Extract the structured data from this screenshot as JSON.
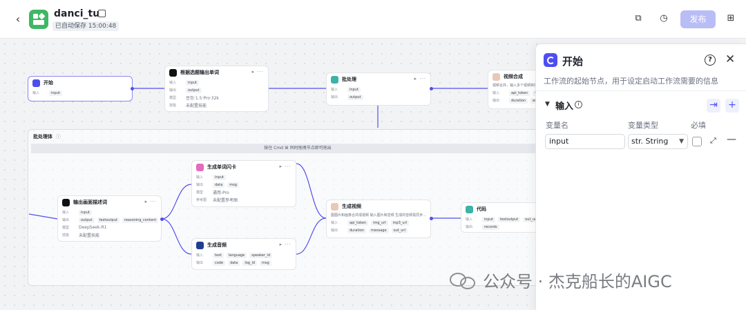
{
  "header": {
    "back_icon": "chevron-left-icon",
    "app_name": "danci_tu",
    "autosave": "已自动保存 15:00:48",
    "publish_label": "发布",
    "icons": [
      "copy-icon",
      "history-icon",
      "add-panel-icon"
    ],
    "publish_color": "#b9bdf6"
  },
  "canvas": {
    "batch_group_title": "批处理体",
    "batch_hint": "按住 Cmd ⌘ 同时拖拽节点即可拖出",
    "nodes": {
      "start": {
        "title": "开始",
        "in_label": "输入",
        "in_var": "input"
      },
      "gen_word": {
        "title": "根据选题输出单词",
        "in_label": "输入",
        "in_var": "input",
        "out_label": "输出",
        "out_var": "output",
        "model_label": "模型",
        "model": "豆包·1.5·Pro·32k",
        "skill_label": "技能",
        "skill": "未配置技能"
      },
      "batch": {
        "title": "批处理",
        "in_label": "输入",
        "in_var": "input",
        "out_label": "输出",
        "out_var": "output"
      },
      "video_comp": {
        "title": "视频合成",
        "desc": "视频合并，输入多个视频转换",
        "in_label": "输入",
        "in_vars": [
          "api_token",
          "vi"
        ],
        "out_label": "输出",
        "out_vars": [
          "duration",
          "err"
        ]
      },
      "flashcard": {
        "title": "生成单词闪卡",
        "in_label": "输入",
        "in_var": "input",
        "out_label": "输出",
        "out_vars": [
          "data",
          "msg"
        ],
        "model_label": "模型",
        "model": "通用-Pro",
        "ref_label": "参考图",
        "ref": "未配置参考图"
      },
      "describe": {
        "title": "输出画面描述词",
        "in_label": "输入",
        "in_var": "input",
        "out_label": "输出",
        "out_vars": [
          "output",
          "textoutput",
          "reasoning_content"
        ],
        "model_label": "模型",
        "model": "DeepSeek-R1",
        "skill_label": "技能",
        "skill": "未配置技能"
      },
      "audio": {
        "title": "生成音频",
        "in_label": "输入",
        "in_vars": [
          "text",
          "language",
          "speaker_id"
        ],
        "out_label": "输出",
        "out_vars": [
          "code",
          "data",
          "log_id",
          "msg"
        ]
      },
      "gen_video": {
        "title": "生成视频",
        "desc": "图图片和画像合并成视频 输入图片和音频 生成的音频需异步...",
        "in_label": "输入",
        "in_vars": [
          "api_token",
          "img_url",
          "mp3_url"
        ],
        "out_label": "输出",
        "out_vars": [
          "duration",
          "message",
          "out_url"
        ]
      },
      "code": {
        "title": "代码",
        "in_label": "输入",
        "in_vars": [
          "input",
          "textoutput",
          "out_url"
        ],
        "out_label": "输出",
        "out_vars": [
          "records"
        ]
      }
    }
  },
  "panel": {
    "title": "开始",
    "description": "工作流的起始节点，用于设定启动工作流需要的信息",
    "section_title": "输入",
    "col_name": "变量名",
    "col_type": "变量类型",
    "col_required": "必填",
    "var_name": "input",
    "var_type": "str. String",
    "accent": "#4e4ef0"
  },
  "watermark": {
    "text": "公众号 · 杰克船长的AIGC"
  }
}
